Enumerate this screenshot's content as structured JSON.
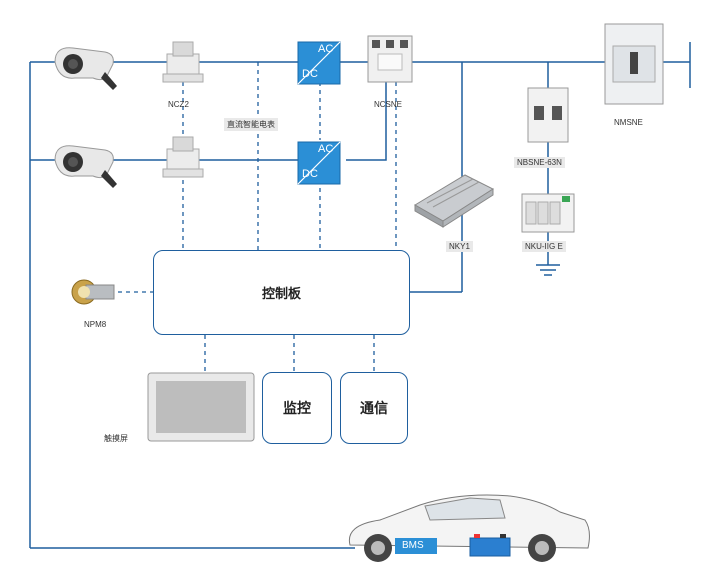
{
  "labels": {
    "ncz2": "NCZ2",
    "ncsne": "NCSNE",
    "nmsne": "NMSNE",
    "nbsne": "NBSNE-63N",
    "nku": "NKU-IIG E",
    "nky1": "NKY1",
    "npm8": "NPM8",
    "meter": "直流智能电表",
    "touch": "触摸屏",
    "bms": "BMS",
    "ac": "AC",
    "dc": "DC"
  },
  "blocks": {
    "control_board": "控制板",
    "monitor": "监控",
    "comm": "通信"
  },
  "colors": {
    "line": "#1f5f9e",
    "converter": "#2b8fd6",
    "box_border": "#1f5f9e"
  }
}
